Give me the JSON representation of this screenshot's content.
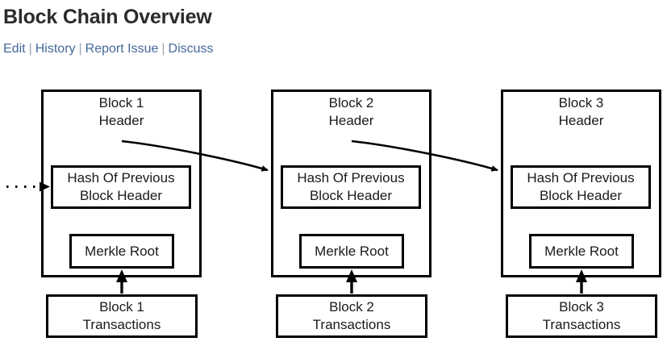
{
  "header": {
    "title": "Block Chain Overview",
    "links": [
      {
        "label": "Edit"
      },
      {
        "label": "History"
      },
      {
        "label": "Report Issue"
      },
      {
        "label": "Discuss"
      }
    ],
    "separator": "|",
    "link_color": "#44689a",
    "title_color": "#2b2b2b"
  },
  "diagram": {
    "type": "blockchain-chain",
    "stroke_color": "#000000",
    "background": "#ffffff",
    "incoming_chain_indicator": "......",
    "blocks": [
      {
        "header_line1": "Block 1",
        "header_line2": "Header",
        "hash_box_line1": "Hash Of Previous",
        "hash_box_line2": "Block Header",
        "merkle_label": "Merkle Root",
        "transactions_line1": "Block 1",
        "transactions_line2": "Transactions"
      },
      {
        "header_line1": "Block 2",
        "header_line2": "Header",
        "hash_box_line1": "Hash Of Previous",
        "hash_box_line2": "Block Header",
        "merkle_label": "Merkle Root",
        "transactions_line1": "Block 2",
        "transactions_line2": "Transactions"
      },
      {
        "header_line1": "Block 3",
        "header_line2": "Header",
        "hash_box_line1": "Hash Of Previous",
        "hash_box_line2": "Block Header",
        "merkle_label": "Merkle Root",
        "transactions_line1": "Block 3",
        "transactions_line2": "Transactions"
      }
    ]
  }
}
